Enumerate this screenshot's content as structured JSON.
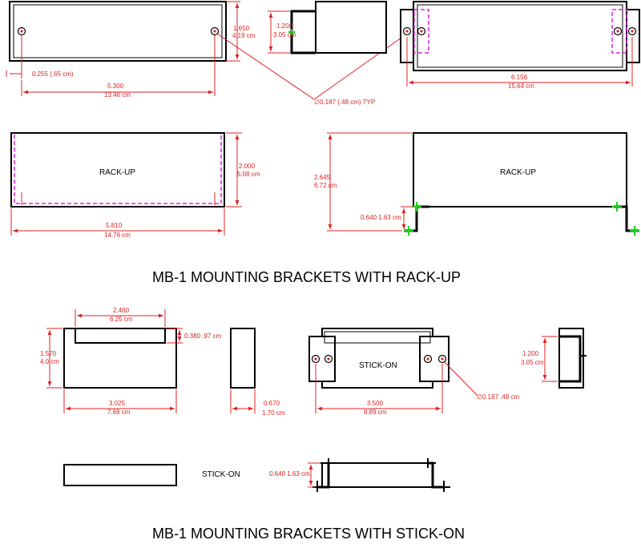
{
  "rack_up": {
    "caption": "MB-1 MOUNTING BRACKETS WITH RACK-UP",
    "panel_label": "RACK-UP",
    "side_label": "RACK-UP",
    "dims": {
      "height_in": "1.650",
      "height_cm": "4.19 cm",
      "offset": "0.255 (.65 cm)",
      "hole_span_in": "5.300",
      "hole_span_cm": "13.46 cm",
      "hole_dia": "∅0.187 (.48 cm) TYP",
      "end_height_in": "1.200",
      "end_height_cm": "3.05 cm",
      "overall_in": "6.156",
      "overall_cm": "15.64 cm",
      "front_height_in": "2.000",
      "front_height_cm": "5.08 cm",
      "front_width_in": "5.810",
      "front_width_cm": "14.76 cm",
      "side_height_in": "2.645",
      "side_height_cm": "6.72 cm",
      "foot": "0.640 1.63 cm"
    }
  },
  "stick_on": {
    "caption": "MB-1 MOUNTING BRACKETS WITH STICK-ON",
    "top_label": "STICK-ON",
    "side_label": "STICK-ON",
    "dims": {
      "notch_in": "2.460",
      "notch_cm": "6.25 cm",
      "notch_depth": "0.380 .97 cm",
      "height_in": "1.570",
      "height_cm": "4.0 cm",
      "width_in": "3.025",
      "width_cm": "7.68 cm",
      "thick_in": "0.670",
      "thick_cm": "1.70 cm",
      "bracket_in": "3.500",
      "bracket_cm": "8.89 cm",
      "hole_dia": "∅0.187 .48 cm",
      "end_height_in": "1.200",
      "end_height_cm": "3.05 cm",
      "foot": "0.640 1.63 cm"
    }
  }
}
